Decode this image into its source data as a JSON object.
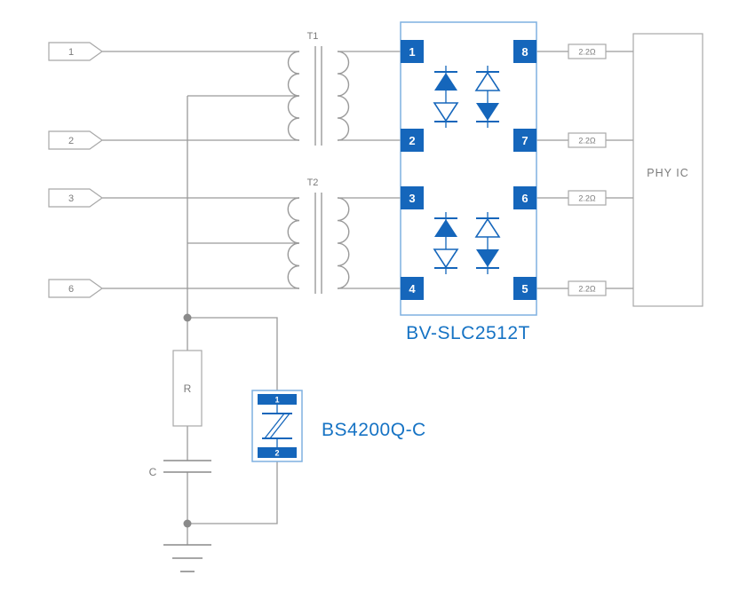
{
  "connectors": {
    "items": [
      {
        "label": "1"
      },
      {
        "label": "2"
      },
      {
        "label": "3"
      },
      {
        "label": "6"
      }
    ]
  },
  "transformers": [
    {
      "label": "T1"
    },
    {
      "label": "T2"
    }
  ],
  "protection_ic": {
    "name": "BV-SLC2512T",
    "pins_left": [
      "1",
      "2",
      "3",
      "4"
    ],
    "pins_right": [
      "8",
      "7",
      "6",
      "5"
    ]
  },
  "resistors": {
    "values": [
      "2.2Ω",
      "2.2Ω",
      "2.2Ω",
      "2.2Ω"
    ]
  },
  "phy": {
    "label": "PHY IC"
  },
  "termination": {
    "resistor_label": "R",
    "capacitor_label": "C"
  },
  "arrester": {
    "name": "BS4200Q-C",
    "pins": [
      "1",
      "2"
    ]
  },
  "colors": {
    "accent_blue": "#1566bb",
    "light_blue_border": "#7fb0e0",
    "label_blue": "#1673c4",
    "wire_gray": "#9a9a9a",
    "text_gray": "#7b7b7b",
    "background": "#ffffff"
  }
}
